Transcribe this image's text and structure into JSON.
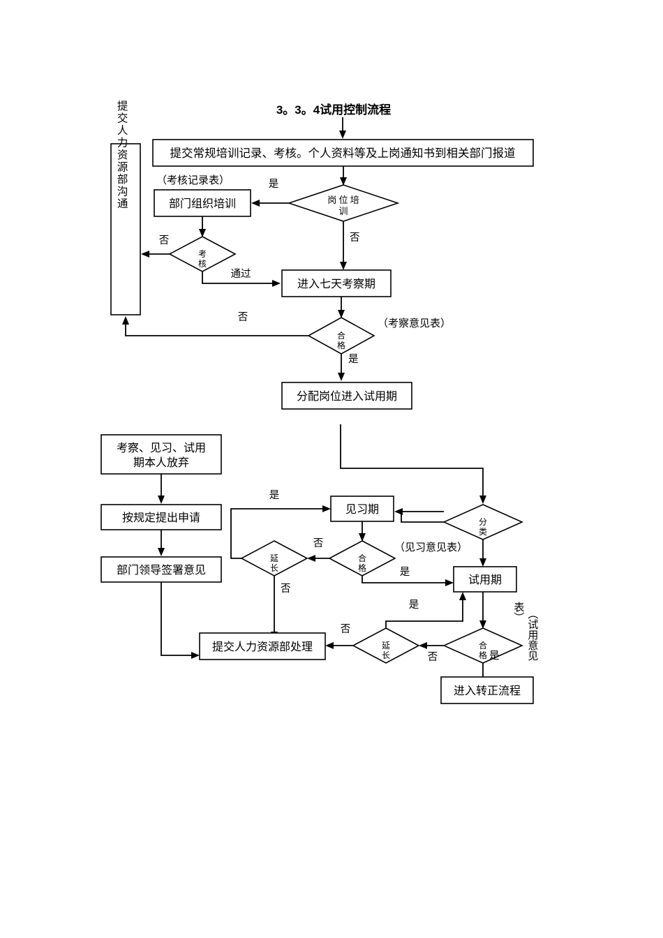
{
  "document": {
    "title": "3。3。4试用控制流程",
    "type": "flowchart",
    "language": "zh-CN"
  },
  "nodes": {
    "n_submit_records": {
      "label": "提交常规培训记录、考核。个人资料等及上岗通知书到相关部门报道",
      "shape": "process"
    },
    "n_hr_comm": {
      "label": "提交人力资源部沟通",
      "shape": "process-vertical"
    },
    "n_post_training": {
      "label_line1": "岗 位 培",
      "label_line2": "训",
      "shape": "decision"
    },
    "n_dept_training": {
      "label": "部门组织培训",
      "shape": "process"
    },
    "n_assess": {
      "label_line1": "考",
      "label_line2": "核",
      "shape": "decision"
    },
    "n_seven_day": {
      "label": "进入七天考察期",
      "shape": "process"
    },
    "n_qualified_1": {
      "label_line1": "合",
      "label_line2": "格",
      "shape": "decision"
    },
    "n_assign_post": {
      "label": "分配岗位进入试用期",
      "shape": "process"
    },
    "n_give_up": {
      "label_line1": "考察、见习、试用",
      "label_line2": "期本人放弃",
      "shape": "process"
    },
    "n_apply": {
      "label": "按规定提出申请",
      "shape": "process"
    },
    "n_leader_sign": {
      "label": "部门领导签署意见",
      "shape": "process"
    },
    "n_submit_hr_handle": {
      "label": "提交人力资源部处理",
      "shape": "process"
    },
    "n_classify": {
      "label_line1": "分",
      "label_line2": "类",
      "shape": "decision"
    },
    "n_intern_period": {
      "label": "见习期",
      "shape": "process"
    },
    "n_qualified_2": {
      "label_line1": "合",
      "label_line2": "格",
      "shape": "decision"
    },
    "n_extend_1": {
      "label_line1": "延",
      "label_line2": "长",
      "shape": "decision"
    },
    "n_probation": {
      "label": "试用期",
      "shape": "process"
    },
    "n_qualified_3": {
      "label_line1": "合",
      "label_line2": "格",
      "shape": "decision"
    },
    "n_extend_2": {
      "label_line1": "延",
      "label_line2": "长",
      "shape": "decision"
    },
    "n_regularize": {
      "label": "进入转正流程",
      "shape": "process"
    }
  },
  "notes": {
    "note_assess_form": "（考核记录表）",
    "note_inspect_opinion": "（考察意见表）",
    "note_intern_opinion": "（见习意见表）",
    "note_probation_opinion_col1": "（试用意见",
    "note_probation_opinion_col2": "表）"
  },
  "edge_labels": {
    "yes_training": "是",
    "no_training": "否",
    "no_assess": "否",
    "pass_assess": "通过",
    "no_qualified_1": "否",
    "yes_qualified_1": "是",
    "yes_intern": "是",
    "no_qualified_2": "否",
    "no_extend_1": "否",
    "yes_qualified_2": "是",
    "yes_extend_2": "是",
    "no_qualified_3": "否",
    "yes_qualified_3": "是",
    "no_extend_2": "否"
  },
  "colors": {
    "stroke": "#000000",
    "fill": "#ffffff",
    "text": "#000000",
    "background": "#ffffff"
  }
}
